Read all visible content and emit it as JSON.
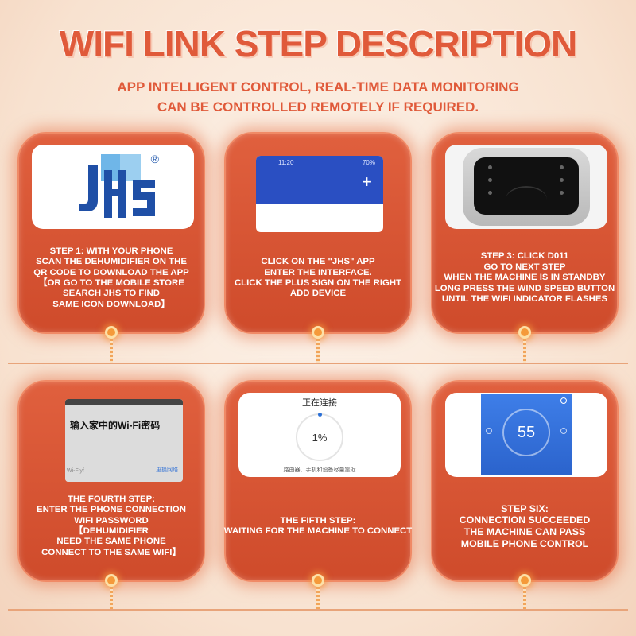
{
  "header": {
    "title": "WIFI LINK STEP DESCRIPTION",
    "subtitle_line1": "APP INTELLIGENT CONTROL, REAL-TIME DATA MONITORING",
    "subtitle_line2": "CAN BE CONTROLLED REMOTELY IF REQUIRED."
  },
  "steps": [
    {
      "lines": [
        "STEP 1: WITH YOUR PHONE",
        "SCAN THE DEHUMIDIFIER ON THE",
        "QR CODE TO DOWNLOAD THE APP",
        "【OR GO TO THE MOBILE STORE",
        "SEARCH JHS TO FIND",
        "SAME ICON DOWNLOAD】"
      ],
      "logo_reg": "®"
    },
    {
      "lines": [
        "CLICK ON THE \"JHS\" APP",
        "ENTER THE INTERFACE.",
        "CLICK THE PLUS SIGN ON THE RIGHT",
        "ADD DEVICE"
      ],
      "status_time": "11:20",
      "status_right": "70%",
      "plus": "+"
    },
    {
      "lines": [
        "STEP 3: CLICK D011",
        "GO TO NEXT STEP",
        "WHEN THE MACHINE IS IN STANDBY",
        "LONG PRESS THE WIND SPEED BUTTON",
        "UNTIL THE WIFI INDICATOR FLASHES"
      ]
    },
    {
      "lines": [
        "THE FOURTH STEP:",
        "ENTER THE PHONE CONNECTION",
        "WIFI PASSWORD",
        "【DEHUMIDIFIER",
        "NEED THE SAME PHONE",
        "CONNECT TO THE SAME WIFI】"
      ],
      "dialog_title": "输入家中的Wi-Fi密码",
      "dialog_left": "Wi-Fiyf",
      "dialog_right": "更换网络"
    },
    {
      "lines": [
        "THE FIFTH STEP:",
        "WAITING FOR THE MACHINE TO CONNECT"
      ],
      "conn_title": "正在连接",
      "progress_pct": "1%",
      "conn_note": "路由器、手机和设备尽量靠近"
    },
    {
      "lines": [
        "STEP SIX:",
        "CONNECTION SUCCEEDED",
        "THE MACHINE CAN PASS",
        "MOBILE PHONE CONTROL"
      ],
      "humidity": "55"
    }
  ],
  "colors": {
    "accent": "#e05a3a",
    "card": "#d9552f",
    "connector": "#f59a3a"
  }
}
